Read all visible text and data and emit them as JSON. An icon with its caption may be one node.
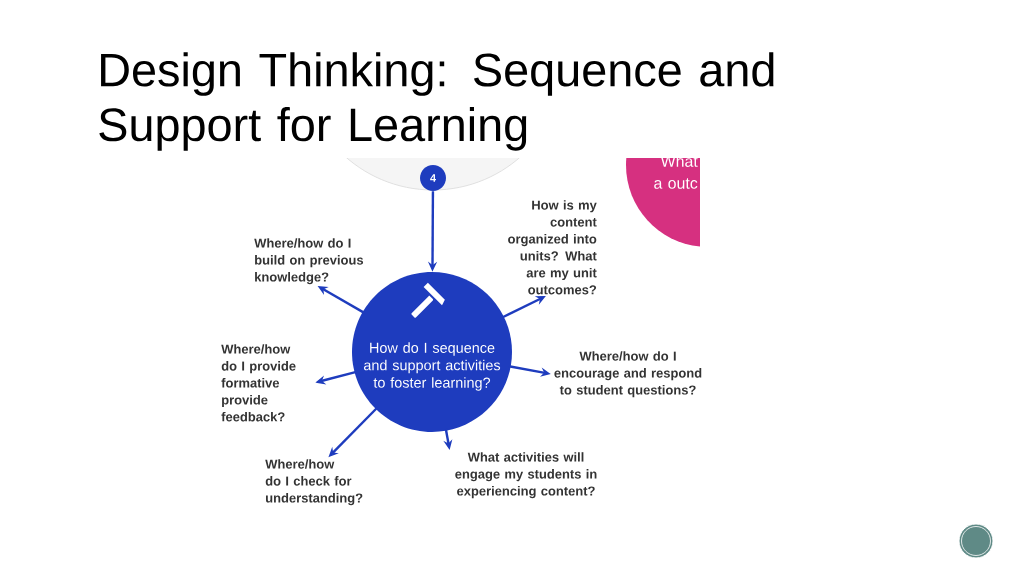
{
  "diagram": {
    "title": "Design Thinking: Sequence and Support for Learning",
    "nodes": [
      {
        "text": [
          "4"
        ]
      },
      {
        "text": [
          "How do I sequence and support activities to foster learning?"
        ]
      },
      {
        "text": [
          "Where/how do I build on previous knowledge?"
        ]
      },
      {
        "text": [
          "How is my content organized into units? What are my unit outcomes?"
        ]
      },
      {
        "text": [
          "Where/how do I provide formative provide feedback?"
        ]
      },
      {
        "text": [
          "Where/how do I encourage and respond to student questions?"
        ]
      },
      {
        "text": [
          "Where/how do I check for understanding?"
        ]
      },
      {
        "text": [
          "What activities will engage my students in experiencing content?"
        ]
      },
      {
        "text": [
          "What a outc"
        ]
      }
    ],
    "edges": [
      {
        "from": 0,
        "to": 1,
        "arrow": "to"
      },
      {
        "from": 1,
        "to": 2,
        "arrow": "to"
      },
      {
        "from": 1,
        "to": 3,
        "arrow": "to"
      },
      {
        "from": 1,
        "to": 4,
        "arrow": "to"
      },
      {
        "from": 1,
        "to": 5,
        "arrow": "to"
      },
      {
        "from": 1,
        "to": 6,
        "arrow": "to"
      },
      {
        "from": 1,
        "to": 7,
        "arrow": "to"
      }
    ]
  }
}
